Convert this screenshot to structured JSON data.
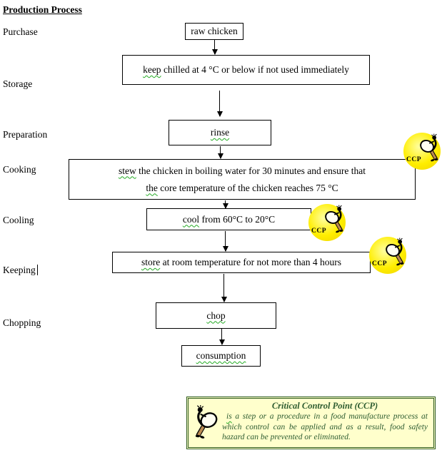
{
  "title": "Production Process",
  "stage_labels": [
    {
      "label": "Purchase"
    },
    {
      "label": "Storage"
    },
    {
      "label": "Preparation"
    },
    {
      "label": "Cooking"
    },
    {
      "label": "Cooling"
    },
    {
      "label": "Keeping"
    },
    {
      "label": "Chopping"
    }
  ],
  "flow": {
    "raw_chicken": "raw chicken",
    "keep_chilled": {
      "flagged": "keep",
      "rest": " chilled at 4 °C or below if not used immediately"
    },
    "rinse": {
      "flagged": "rinse",
      "rest": ""
    },
    "stew_line1": {
      "flagged": "stew",
      "rest": " the chicken in boiling water for 30 minutes and ensure that"
    },
    "stew_line2": {
      "flagged": "the",
      "rest": " core temperature of the chicken reaches 75 °C"
    },
    "cool": {
      "flagged": "cool",
      "rest": " from 60°C to 20°C"
    },
    "store": {
      "flagged": "store",
      "rest": " at room temperature for not more than 4 hours"
    },
    "chop": {
      "flagged": "chop",
      "rest": ""
    },
    "consumption": {
      "flagged": "consumption",
      "rest": ""
    }
  },
  "ccp_badge": {
    "label": "CCP"
  },
  "legend": {
    "title": "Critical Control Point (CCP)",
    "body_flagged": "is",
    "body_rest": " a step or a procedure in a food manufacture process at which control can be applied and as a result, food safety hazard can be prevented or eliminated."
  },
  "colors": {
    "ccp_yellow": "#FFEE00",
    "legend_bg": "#FFFFCC",
    "legend_border": "#2E5C1E",
    "legend_text": "#2E5C31",
    "squiggle": "#22AA22"
  }
}
